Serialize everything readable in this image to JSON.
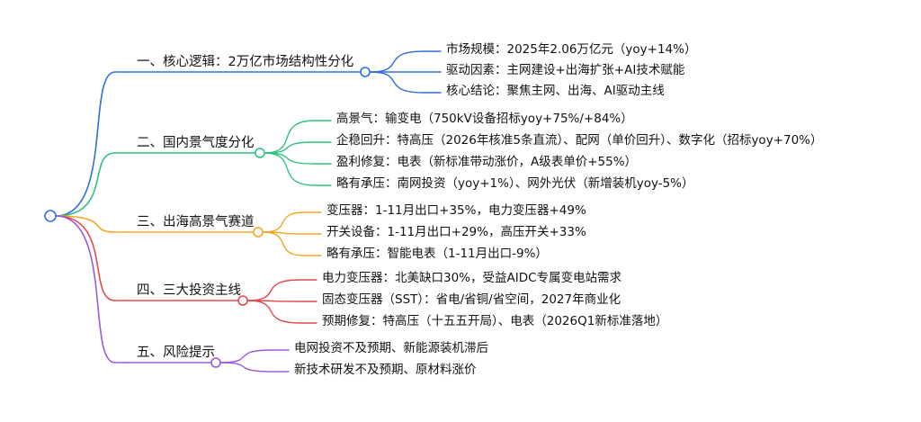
{
  "mindmap": {
    "branches": [
      {
        "id": "b1",
        "label": "一、核心逻辑：2万亿市场结构性分化",
        "color": "#2f6fe0",
        "children": [
          "市场规模：2025年2.06万亿元（yoy+14%）",
          "驱动因素：主网建设+出海扩张+AI技术赋能",
          "核心结论：聚焦主网、出海、AI驱动主线"
        ]
      },
      {
        "id": "b2",
        "label": "二、国内景气度分化",
        "color": "#2ec27e",
        "children": [
          "高景气：输变电（750kV设备招标yoy+75%/+84%）",
          "企稳回升：特高压（2026年核准5条直流）、配网（单价回升）、数字化（招标yoy+70%）",
          "盈利修复：电表（新标准带动涨价，A级表单价+55%）",
          "略有承压：南网投资（yoy+1%）、网外光伏（新增装机yoy-5%）"
        ]
      },
      {
        "id": "b3",
        "label": "三、出海高景气赛道",
        "color": "#f5a623",
        "children": [
          "变压器：1-11月出口+35%，电力变压器+49%",
          "开关设备：1-11月出口+29%，高压开关+33%",
          "略有承压：智能电表（1-11月出口-9%）"
        ]
      },
      {
        "id": "b4",
        "label": "四、三大投资主线",
        "color": "#e5484d",
        "children": [
          "电力变压器：北美缺口30%，受益AIDC专属变电站需求",
          "固态变压器（SST）：省电/省铜/省空间，2027年商业化",
          "预期修复：特高压（十五五开局）、电表（2026Q1新标准落地）"
        ]
      },
      {
        "id": "b5",
        "label": "五、风险提示",
        "color": "#9b59d9",
        "children": [
          "电网投资不及预期、新能源装机滞后",
          "新技术研发不及预期、原材料涨价"
        ]
      }
    ]
  }
}
